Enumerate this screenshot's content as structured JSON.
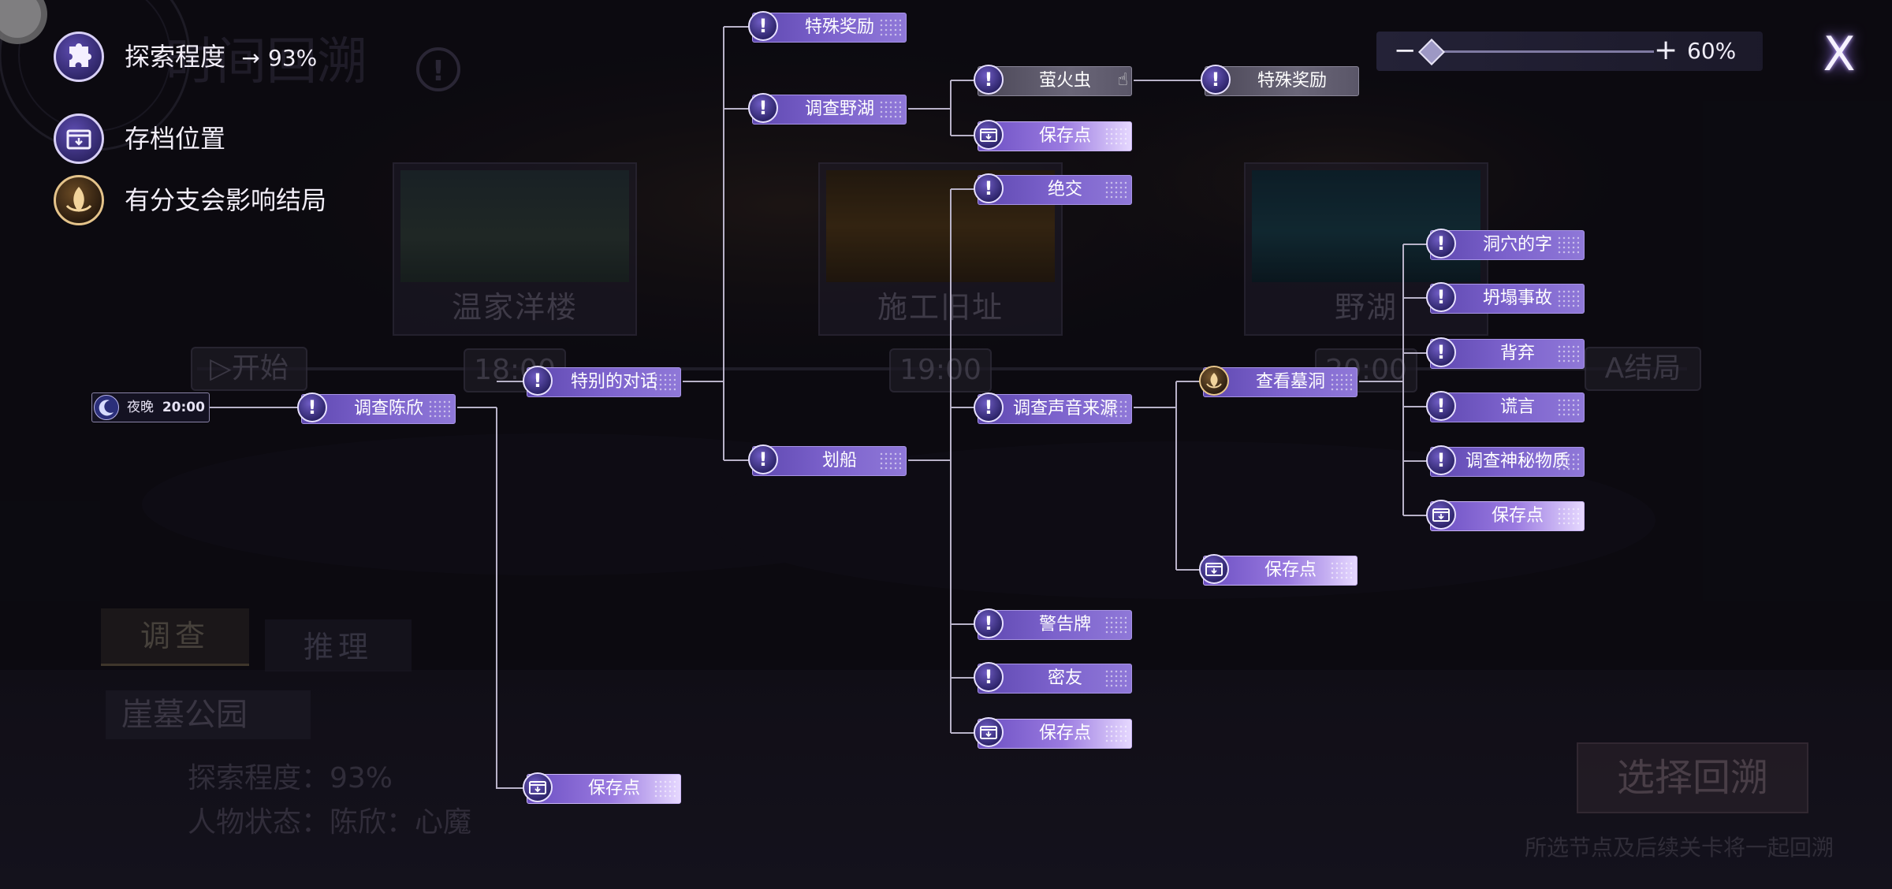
{
  "legend": {
    "exploration_label": "探索程度",
    "exploration_arrow": "→",
    "exploration_value": "93%",
    "save_label": "存档位置",
    "branch_label": "有分支会影响结局"
  },
  "zoom": {
    "minus": "−",
    "plus": "+",
    "value": "60%",
    "level": 0.0
  },
  "close": "X",
  "night": {
    "label": "夜晚",
    "time": "20:00"
  },
  "background": {
    "locations": [
      "温家洋楼",
      "施工旧址",
      "野湖"
    ],
    "start": "开始",
    "times": [
      "18:00",
      "19:00",
      "20:00"
    ],
    "ending": "A结局",
    "tabs": {
      "investigate": "调查",
      "reason": "推理"
    },
    "place": "崖墓公园",
    "progress": "探索程度：93%",
    "status": "人物状态：陈欣：心魔",
    "select_button": "选择回溯",
    "hint": "所选节点及后续关卡将一起回溯"
  },
  "nodes": [
    {
      "id": "n1",
      "label": "调查陈欣",
      "kind": "purple",
      "icon": "exclamation"
    },
    {
      "id": "n2",
      "label": "特别的对话",
      "kind": "purple",
      "icon": "exclamation"
    },
    {
      "id": "n3",
      "label": "保存点",
      "kind": "save",
      "icon": "save"
    },
    {
      "id": "n4",
      "label": "特殊奖励",
      "kind": "purple",
      "icon": "exclamation"
    },
    {
      "id": "n5",
      "label": "调查野湖",
      "kind": "purple",
      "icon": "exclamation"
    },
    {
      "id": "n6",
      "label": "划船",
      "kind": "purple",
      "icon": "exclamation"
    },
    {
      "id": "n7",
      "label": "萤火虫",
      "kind": "gray",
      "icon": "exclamation"
    },
    {
      "id": "n8",
      "label": "特殊奖励",
      "kind": "gray",
      "icon": "exclamation"
    },
    {
      "id": "n9",
      "label": "保存点",
      "kind": "save",
      "icon": "save"
    },
    {
      "id": "n10",
      "label": "绝交",
      "kind": "purple",
      "icon": "exclamation"
    },
    {
      "id": "n11",
      "label": "调查声音来源",
      "kind": "purple",
      "icon": "exclamation"
    },
    {
      "id": "n12",
      "label": "警告牌",
      "kind": "purple",
      "icon": "exclamation"
    },
    {
      "id": "n13",
      "label": "密友",
      "kind": "purple",
      "icon": "exclamation"
    },
    {
      "id": "n14",
      "label": "保存点",
      "kind": "save",
      "icon": "save"
    },
    {
      "id": "n15",
      "label": "查看墓洞",
      "kind": "purple",
      "icon": "branch"
    },
    {
      "id": "n16",
      "label": "保存点",
      "kind": "save",
      "icon": "save"
    },
    {
      "id": "n17",
      "label": "洞穴的字",
      "kind": "purple",
      "icon": "exclamation"
    },
    {
      "id": "n18",
      "label": "坍塌事故",
      "kind": "purple",
      "icon": "exclamation"
    },
    {
      "id": "n19",
      "label": "背弃",
      "kind": "purple",
      "icon": "exclamation"
    },
    {
      "id": "n20",
      "label": "谎言",
      "kind": "purple",
      "icon": "exclamation"
    },
    {
      "id": "n21",
      "label": "调查神秘物质",
      "kind": "purple",
      "icon": "exclamation"
    },
    {
      "id": "n22",
      "label": "保存点",
      "kind": "save",
      "icon": "save"
    }
  ],
  "colors": {
    "line": "#b8b2c8",
    "node": "#7c62cc",
    "save": "#9a7ae0",
    "bg": "#0e0d13"
  }
}
